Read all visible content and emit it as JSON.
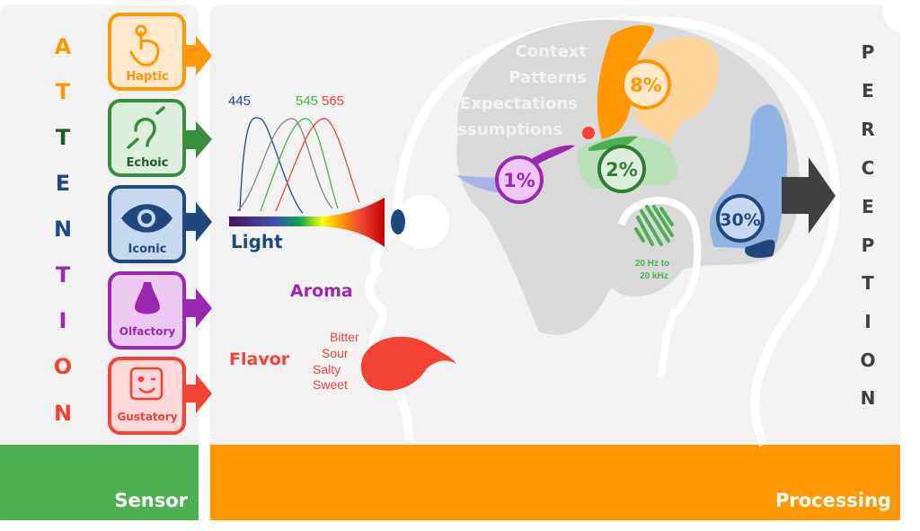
{
  "attention": {
    "letters": [
      "A",
      "T",
      "T",
      "E",
      "N",
      "T",
      "I",
      "O",
      "N"
    ]
  },
  "perception": {
    "letters": [
      "P",
      "E",
      "R",
      "C",
      "E",
      "P",
      "T",
      "I",
      "O",
      "N"
    ]
  },
  "senses": [
    {
      "label": "Haptic",
      "icon": "hand-pointer-icon",
      "color": "#ff9800",
      "fill": "#ffe8cc"
    },
    {
      "label": "Echoic",
      "icon": "ear-icon",
      "color": "#388e3c",
      "fill": "#dcefdc"
    },
    {
      "label": "Iconic",
      "icon": "eye-icon",
      "color": "#1f497d",
      "fill": "#c5d9f1"
    },
    {
      "label": "Olfactory",
      "icon": "nose-icon",
      "color": "#9c27b0",
      "fill": "#ecc8f2"
    },
    {
      "label": "Gustatory",
      "icon": "tongue-face-icon",
      "color": "#f44336",
      "fill": "#fdd8d6"
    }
  ],
  "light": {
    "label": "Light",
    "peaks": [
      "445",
      "545",
      "565"
    ]
  },
  "aroma": "Aroma",
  "flavor": {
    "label": "Flavor",
    "tastes": [
      "Bitter",
      "Sour",
      "Salty",
      "Sweet"
    ]
  },
  "hearing": {
    "line1": "20 Hz to",
    "line2": "20 kHz"
  },
  "cognition": [
    "Context",
    "Patterns",
    "Expectations",
    "Assumptions"
  ],
  "brain_regions": [
    {
      "label": "8%",
      "color": "#ff9800"
    },
    {
      "label": "2%",
      "color": "#388e3c"
    },
    {
      "label": "1%",
      "color": "#9c27b0"
    },
    {
      "label": "30%",
      "color": "#1f497d"
    }
  ],
  "footer": {
    "sensor": "Sensor",
    "processing": "Processing"
  },
  "colors": {
    "sensor_bar": "#4caf50",
    "processing_bar": "#ff9800",
    "panel": "#f2f2f2"
  }
}
